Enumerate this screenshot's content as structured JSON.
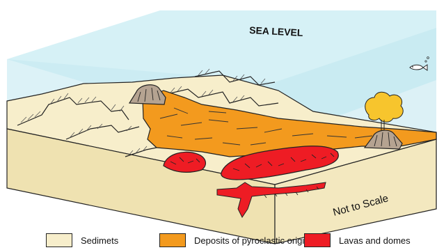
{
  "diagram": {
    "sea_level_label": "SEA LEVEL",
    "scale_note": "Not to Scale"
  },
  "legend": {
    "items": [
      {
        "label": "Sedimets",
        "color": "#f7eecb"
      },
      {
        "label": "Deposits of pyroclastic origin",
        "color": "#f39a1e"
      },
      {
        "label": "Lavas and domes",
        "color": "#ee1c24"
      }
    ]
  },
  "colors": {
    "water": "#c8ecf3",
    "sediment": "#f7eecb",
    "sediment_front": "#efe2b1",
    "pyroclastic": "#f39a1e",
    "lava": "#ee1c24",
    "volcano": "#b5a391",
    "eruption_plume": "#f7c52d"
  }
}
